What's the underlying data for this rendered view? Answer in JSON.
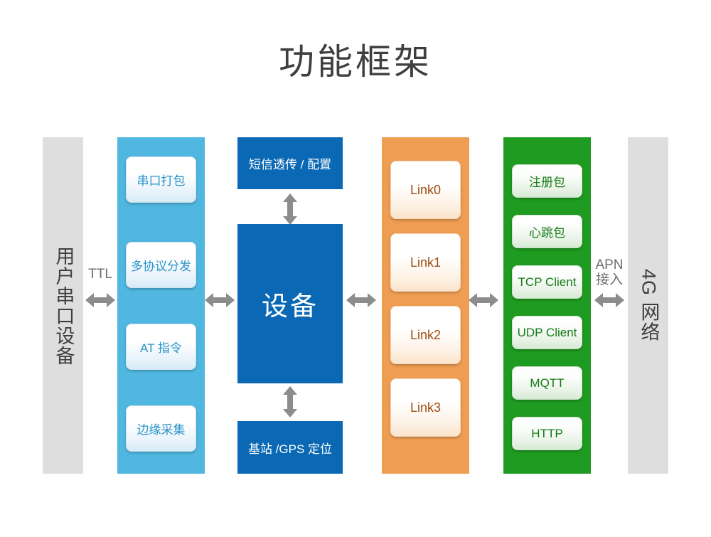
{
  "title": "功能框架",
  "colors": {
    "gray": "#dedede",
    "blue": "#4fb7e0",
    "dark_blue": "#0a68b4",
    "orange": "#ef9d52",
    "green": "#1e9b20",
    "arrow_gray": "#8c8c8c",
    "title_text": "#3f3f3f"
  },
  "endpoints": {
    "left": {
      "label": "用户串口设备"
    },
    "right": {
      "label": "4G 网络"
    }
  },
  "connections": {
    "ttl": {
      "label": "TTL"
    },
    "apn": {
      "label": "APN\n接入"
    }
  },
  "columns": {
    "serial": {
      "name": "serial-features-column",
      "cards": [
        {
          "label": "串口打包"
        },
        {
          "label": "多协议分发"
        },
        {
          "label": "AT 指令"
        },
        {
          "label": "边缘采集"
        }
      ]
    },
    "device": {
      "name": "device-column",
      "top_box": "短信透传 / 配置",
      "main_box": "设备",
      "bottom_box": "基站 /GPS 定位"
    },
    "links": {
      "name": "links-column",
      "cards": [
        {
          "label": "Link0"
        },
        {
          "label": "Link1"
        },
        {
          "label": "Link2"
        },
        {
          "label": "Link3"
        }
      ]
    },
    "protocols": {
      "name": "protocols-column",
      "cards": [
        {
          "label": "注册包"
        },
        {
          "label": "心跳包"
        },
        {
          "label": "TCP Client"
        },
        {
          "label": "UDP Client"
        },
        {
          "label": "MQTT"
        },
        {
          "label": "HTTP"
        }
      ]
    }
  }
}
